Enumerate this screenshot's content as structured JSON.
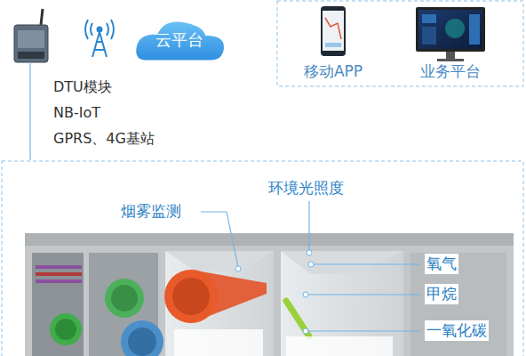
{
  "diagram": {
    "nodes": [
      {
        "text": [
          "云平台"
        ]
      },
      {
        "text": [
          "移动APP"
        ]
      },
      {
        "text": [
          "业务平台"
        ]
      }
    ],
    "labels": [
      "DTU模块",
      "NB-IoT",
      "GPRS、4G基站",
      "环境光照度",
      "烟雾监测",
      "氧气",
      "甲烷",
      "一氧化碳"
    ]
  }
}
